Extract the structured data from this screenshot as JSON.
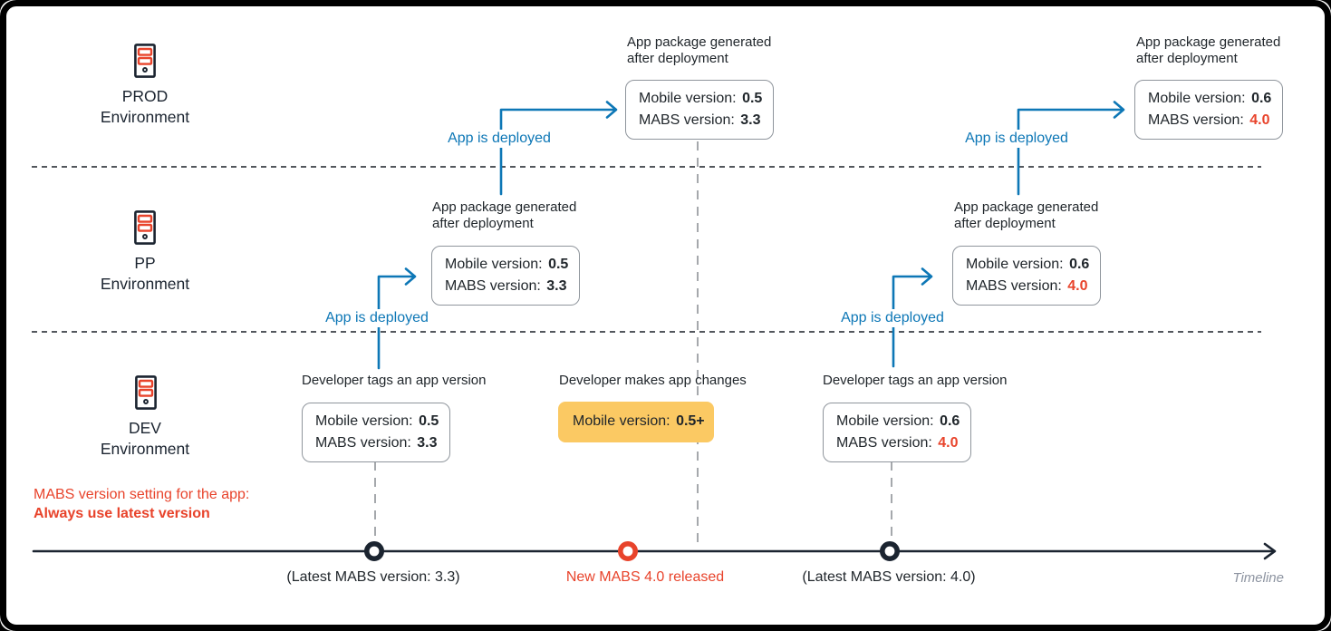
{
  "colors": {
    "blue": "#0d77b6",
    "red": "#e8432b",
    "yellow": "#fbc963",
    "dark": "#1b2430",
    "text": "#20262b",
    "box_border": "#8f959c",
    "gray_dot": "#53575d",
    "gray_dash": "#a5a8ac",
    "gray_text": "#8d94a1"
  },
  "environments": {
    "prod": {
      "name": "PROD",
      "suffix": "Environment"
    },
    "pp": {
      "name": "PP",
      "suffix": "Environment"
    },
    "dev": {
      "name": "DEV",
      "suffix": "Environment"
    }
  },
  "labels": {
    "app_deployed": "App is deployed",
    "app_package": "App package generated after deployment",
    "dev_tags": "Developer tags an app version",
    "dev_changes": "Developer makes app changes",
    "mobile_version": "Mobile version:",
    "mabs_version": "MABS version:"
  },
  "boxes": {
    "prod_left": {
      "mobile": "0.5",
      "mabs": "3.3"
    },
    "prod_right": {
      "mobile": "0.6",
      "mabs": "4.0"
    },
    "pp_left": {
      "mobile": "0.5",
      "mabs": "3.3"
    },
    "pp_right": {
      "mobile": "0.6",
      "mabs": "4.0"
    },
    "dev_left": {
      "mobile": "0.5",
      "mabs": "3.3"
    },
    "dev_changes": {
      "mobile": "0.5+"
    },
    "dev_right": {
      "mobile": "0.6",
      "mabs": "4.0"
    }
  },
  "note": {
    "line1": "MABS version setting for the app:",
    "line2": "Always use latest version"
  },
  "timeline": {
    "marker1_label": "(Latest MABS version: 3.3)",
    "marker2_label": "New MABS 4.0 released",
    "marker3_label": "(Latest MABS version: 4.0)",
    "axis_label": "Timeline"
  }
}
